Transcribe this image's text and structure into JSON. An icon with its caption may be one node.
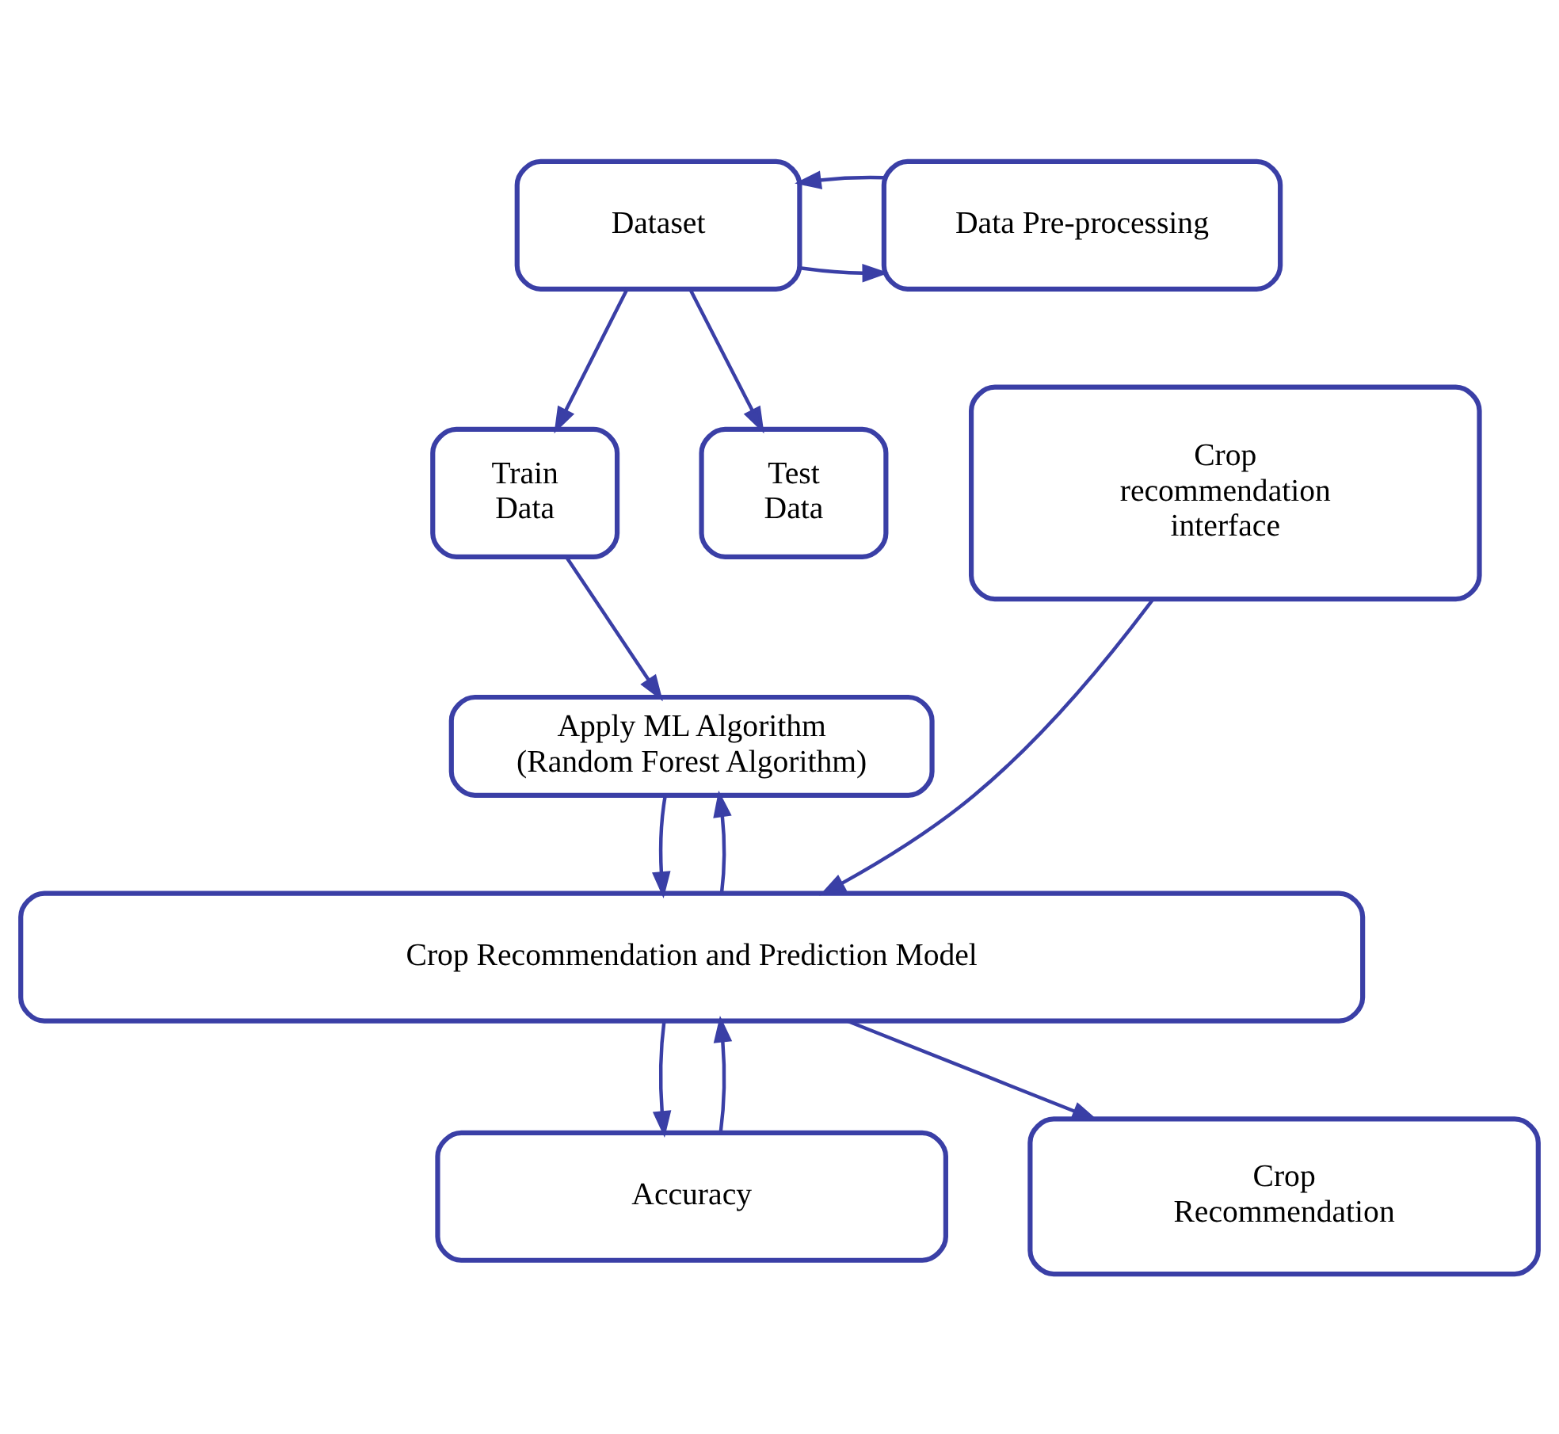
{
  "diagram": {
    "nodes": [
      {
        "text": [
          "Dataset"
        ]
      },
      {
        "text": [
          "Data Pre-processing"
        ]
      },
      {
        "text": [
          "Train Data"
        ]
      },
      {
        "text": [
          "Test Data"
        ]
      },
      {
        "text": [
          "Crop recommendation interface"
        ]
      },
      {
        "text": [
          "Apply ML Algorithm (Random Forest Algorithm)"
        ]
      },
      {
        "text": [
          "Crop Recommendation and Prediction Model"
        ]
      },
      {
        "text": [
          "Accuracy"
        ]
      },
      {
        "text": [
          "Crop Recommendation"
        ]
      }
    ],
    "edges": [
      {
        "from": 0,
        "to": 1,
        "arrow": "to"
      },
      {
        "from": 1,
        "to": 0,
        "arrow": "to"
      },
      {
        "from": 0,
        "to": 2,
        "arrow": "to"
      },
      {
        "from": 0,
        "to": 3,
        "arrow": "to"
      },
      {
        "from": 2,
        "to": 5,
        "arrow": "to"
      },
      {
        "from": 5,
        "to": 6,
        "arrow": "to"
      },
      {
        "from": 6,
        "to": 5,
        "arrow": "to"
      },
      {
        "from": 4,
        "to": 6,
        "arrow": "to"
      },
      {
        "from": 6,
        "to": 7,
        "arrow": "to"
      },
      {
        "from": 7,
        "to": 6,
        "arrow": "to"
      },
      {
        "from": 6,
        "to": 8,
        "arrow": "to"
      }
    ]
  }
}
